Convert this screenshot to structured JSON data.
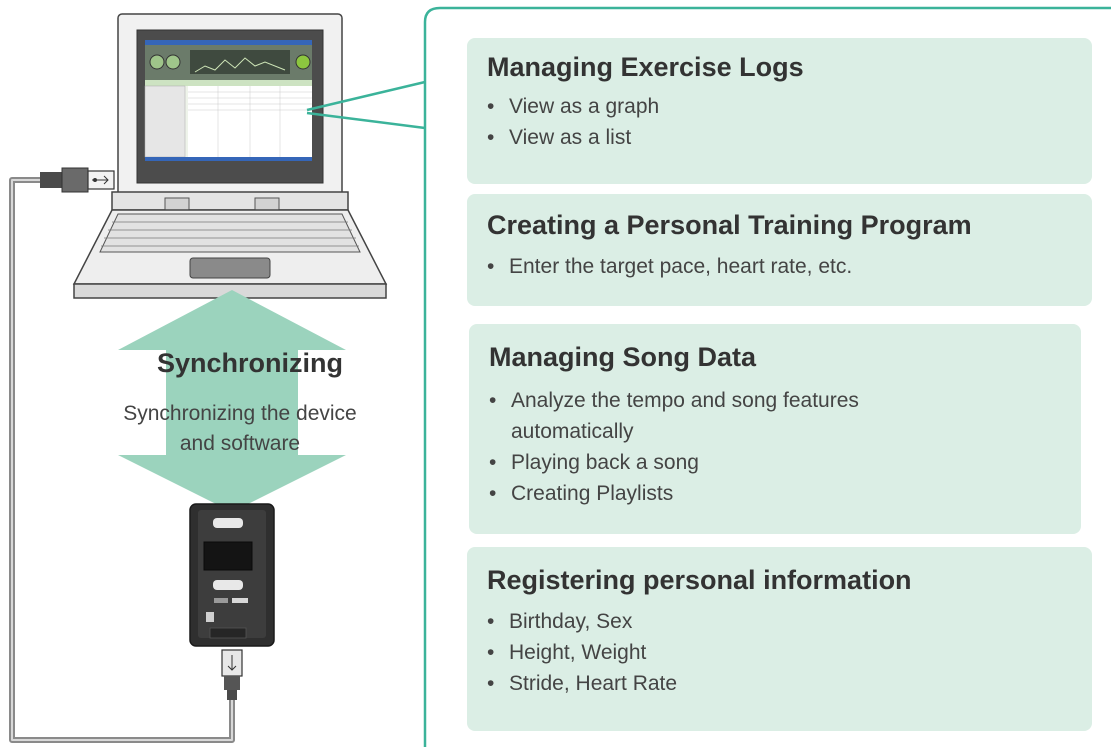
{
  "sync": {
    "title": "Synchronizing",
    "description_line1": "Synchronizing the device",
    "description_line2": "and software"
  },
  "cards": [
    {
      "title": "Managing Exercise Logs",
      "items": [
        "View as a graph",
        "View as a list"
      ]
    },
    {
      "title": "Creating a Personal Training Program",
      "items": [
        "Enter the target pace, heart rate, etc."
      ]
    },
    {
      "title": "Managing Song Data",
      "items": [
        "Analyze the tempo and song features",
        "automatically",
        "Playing back a song",
        "Creating Playlists"
      ]
    },
    {
      "title": "Registering personal information",
      "items": [
        "Birthday, Sex",
        "Height, Weight",
        "Stride, Heart Rate"
      ]
    }
  ],
  "colors": {
    "card_bg": "#dbeee5",
    "panel_border": "#3bb39a",
    "arrow": "#9bd3bd",
    "text": "#3a3a3a"
  }
}
